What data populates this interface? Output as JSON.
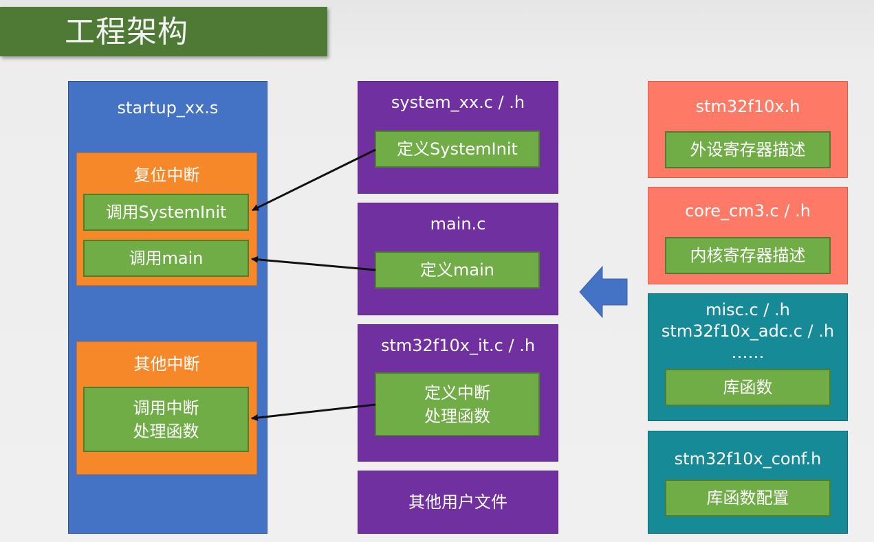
{
  "title": "工程架构",
  "startup": {
    "title": "startup_xx.s",
    "reset_group": {
      "title": "复位中断",
      "call_systeminit": "调用SystemInit",
      "call_main": "调用main"
    },
    "other_group": {
      "title": "其他中断",
      "call_handler": "调用中断\n处理函数"
    }
  },
  "system": {
    "title": "system_xx.c / .h",
    "define": "定义SystemInit"
  },
  "main": {
    "title": "main.c",
    "define": "定义main"
  },
  "it": {
    "title": "stm32f10x_it.c / .h",
    "define": "定义中断\n处理函数"
  },
  "user_files": {
    "title": "其他用户文件"
  },
  "stm32_h": {
    "title": "stm32f10x.h",
    "desc": "外设寄存器描述"
  },
  "core": {
    "title": "core_cm3.c / .h",
    "desc": "内核寄存器描述"
  },
  "lib": {
    "title": "misc.c / .h\nstm32f10x_adc.c / .h\n……",
    "desc": "库函数"
  },
  "conf": {
    "title": "stm32f10x_conf.h",
    "desc": "库函数配置"
  },
  "colors": {
    "title_bar": "#4e7a35",
    "startup": "#4472c4",
    "user_files": "#7030a0",
    "register_files": "#ff7a66",
    "library_files": "#178a98",
    "interrupt_group": "#f6882a",
    "function_box": "#70ad47",
    "import_arrow": "#4472c4"
  }
}
